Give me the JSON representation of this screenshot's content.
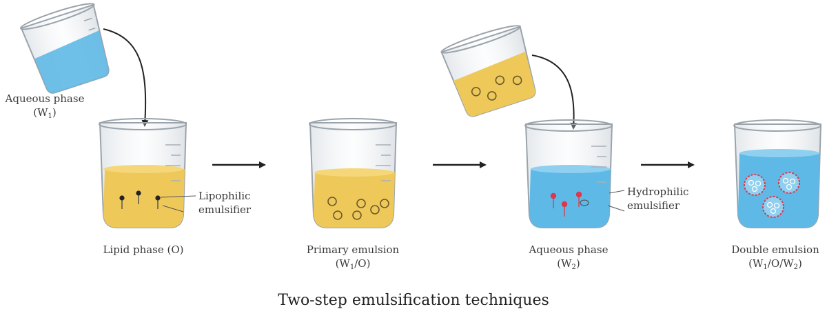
{
  "title": "Two-step emulsification techniques",
  "colors": {
    "lipid": "#EFC85A",
    "lipid_dark": "#D9A935",
    "aqueous": "#5FB9E6",
    "aqueous_dark": "#3E9FD4",
    "emulsifier_lipophilic": "#222222",
    "emulsifier_hydrophilic": "#E0364B",
    "droplet_outline": "#E0364B"
  },
  "labels": {
    "aqueous_w1": {
      "line1": "Aqueous phase",
      "line2_base": "(W",
      "line2_sub": "1",
      "line2_tail": ")"
    },
    "lipophilic": {
      "line1": "Lipophilic",
      "line2": "emulsifier"
    },
    "lipid_phase": "Lipid phase (O)",
    "primary_emulsion": {
      "line1": "Primary emulsion",
      "line2_base": "(W",
      "line2_sub": "1",
      "line2_tail": "/O)"
    },
    "hydrophilic": {
      "line1": "Hydrophilic",
      "line2": "emulsifier"
    },
    "aqueous_w2": {
      "line1": "Aqueous phase",
      "line2_base": "(W",
      "line2_sub": "2",
      "line2_tail": ")"
    },
    "double_emulsion": {
      "line1": "Double emulsion",
      "line2_a": "(W",
      "line2_sub1": "1",
      "line2_b": "/O/W",
      "line2_sub2": "2",
      "line2_c": ")"
    }
  },
  "icons": [
    "pouring-beaker-icon",
    "beaker-icon",
    "arrow-right-icon",
    "emulsifier-molecule-icon",
    "droplet-icon"
  ]
}
